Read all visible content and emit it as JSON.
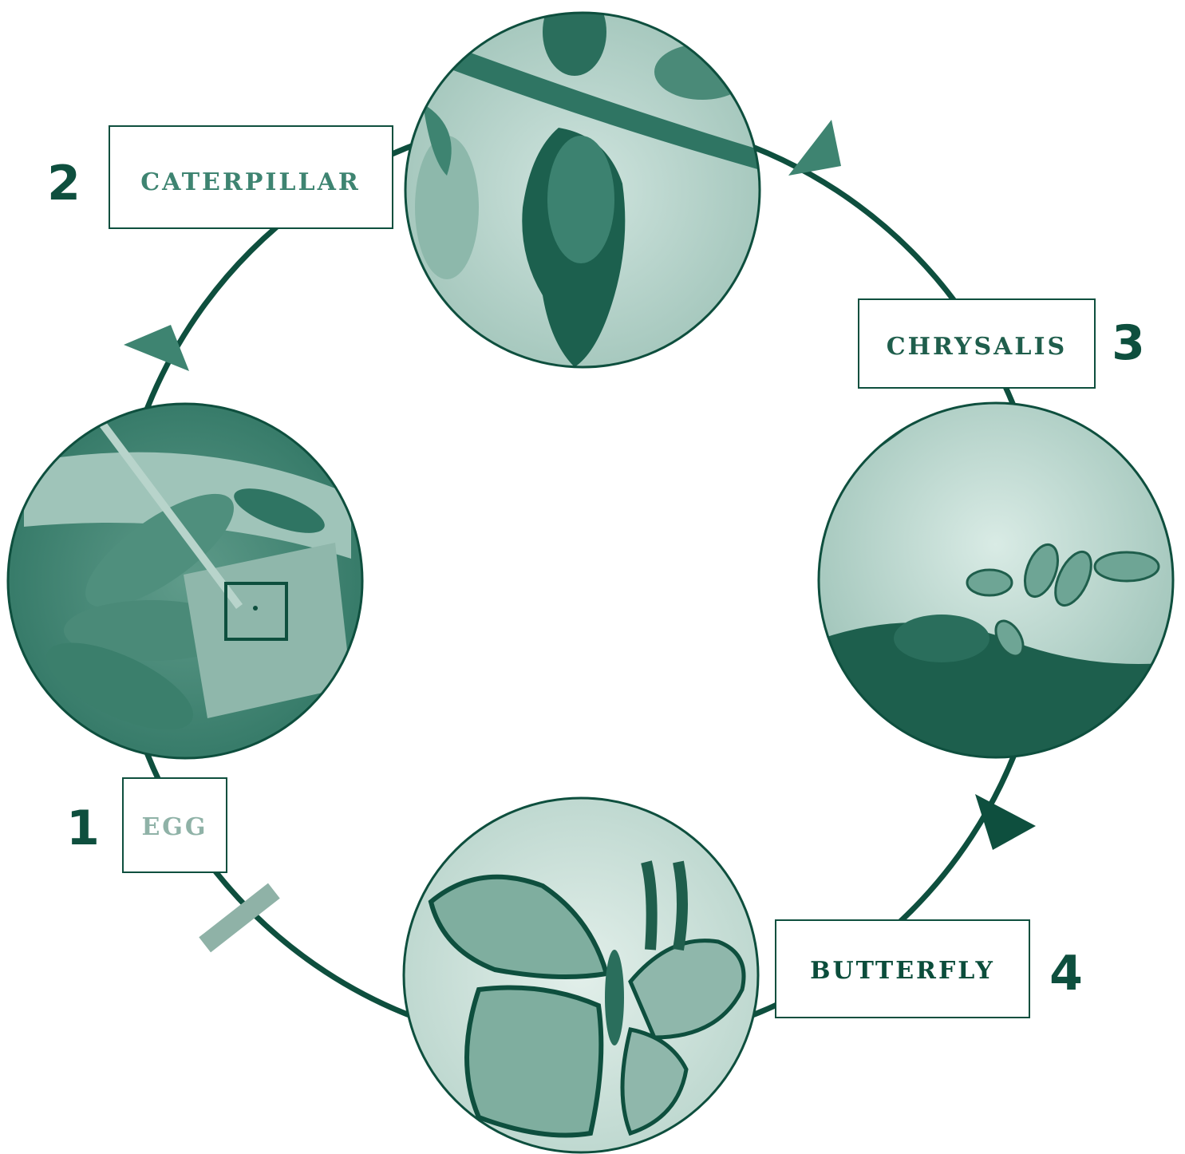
{
  "diagram": {
    "type": "life-cycle",
    "stages": [
      {
        "id": "egg",
        "number": "1",
        "label": "EGG",
        "label_color": "#8fb2a7",
        "image": "leaf-with-egg-photo"
      },
      {
        "id": "caterpillar",
        "number": "2",
        "label": "CATERPILLAR",
        "label_color": "#3e8471",
        "image": "caterpillar-on-stem-photo"
      },
      {
        "id": "chrysalis",
        "number": "3",
        "label": "CHRYSALIS",
        "label_color": "#1f5e4c",
        "image": "chrysalis-cluster-photo"
      },
      {
        "id": "butterfly",
        "number": "4",
        "label": "BUTTERFLY",
        "label_color": "#0b4d3b",
        "image": "blue-butterfly-photo"
      }
    ],
    "colors": {
      "cycle_line": "#0e4f3e",
      "number_text": "#0e4f3e",
      "arrow_light": "#3e8471",
      "arrow_mid": "#3e8471",
      "arrow_dark": "#0e4f3e",
      "start_bar": "#8fb2a7",
      "photo_dark": "#2a7260",
      "photo_light": "#cde3dc"
    }
  }
}
